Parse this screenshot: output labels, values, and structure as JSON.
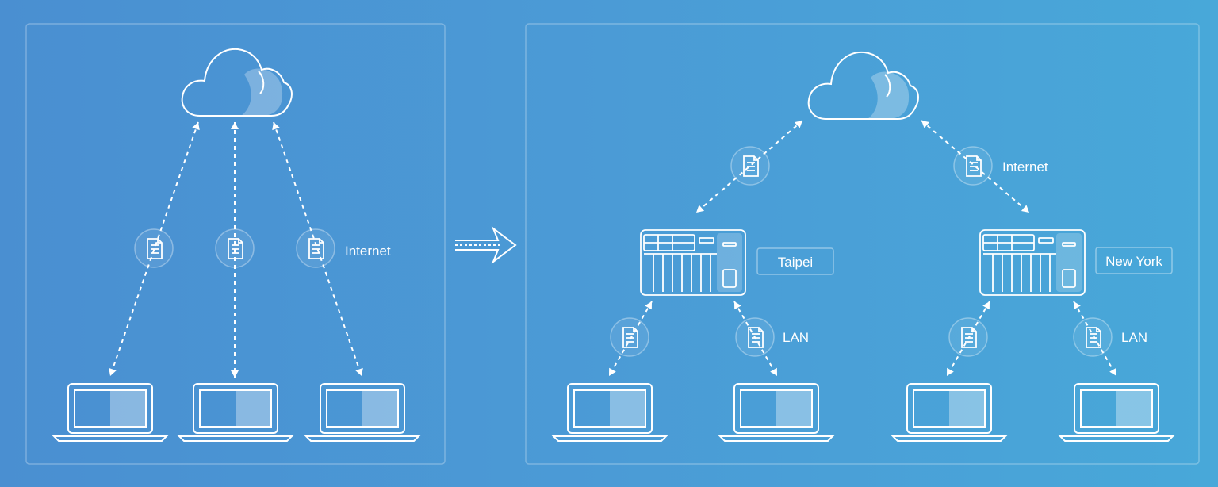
{
  "labels": {
    "internet_left": "Internet",
    "internet_right": "Internet",
    "taipei": "Taipei",
    "new_york": "New York",
    "lan_taipei": "LAN",
    "lan_new_york": "LAN"
  },
  "colors": {
    "background_left": "#4a8fd1",
    "background_right": "#48a8d9",
    "stroke": "#ffffff"
  },
  "icons": {
    "cloud": "cloud-icon",
    "document": "document-icon",
    "laptop": "laptop-icon",
    "nas": "nas-server-icon",
    "transition_arrow": "double-arrow-right-icon"
  }
}
